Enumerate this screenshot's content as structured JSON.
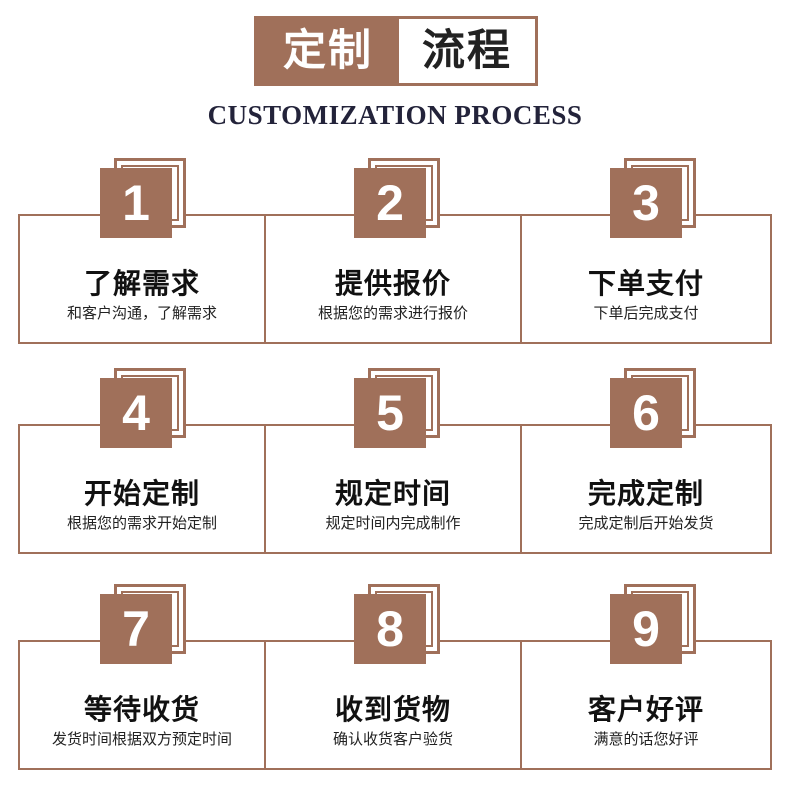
{
  "header": {
    "title_left": "定制",
    "title_right": "流程",
    "subtitle": "CUSTOMIZATION PROCESS"
  },
  "colors": {
    "accent": "#a0705a",
    "subtitle": "#23233a"
  },
  "steps": [
    {
      "number": "1",
      "title": "了解需求",
      "desc": "和客户沟通，了解需求"
    },
    {
      "number": "2",
      "title": "提供报价",
      "desc": "根据您的需求进行报价"
    },
    {
      "number": "3",
      "title": "下单支付",
      "desc": "下单后完成支付"
    },
    {
      "number": "4",
      "title": "开始定制",
      "desc": "根据您的需求开始定制"
    },
    {
      "number": "5",
      "title": "规定时间",
      "desc": "规定时间内完成制作"
    },
    {
      "number": "6",
      "title": "完成定制",
      "desc": "完成定制后开始发货"
    },
    {
      "number": "7",
      "title": "等待收货",
      "desc": "发货时间根据双方预定时间"
    },
    {
      "number": "8",
      "title": "收到货物",
      "desc": "确认收货客户验货"
    },
    {
      "number": "9",
      "title": "客户好评",
      "desc": "满意的话您好评"
    }
  ]
}
